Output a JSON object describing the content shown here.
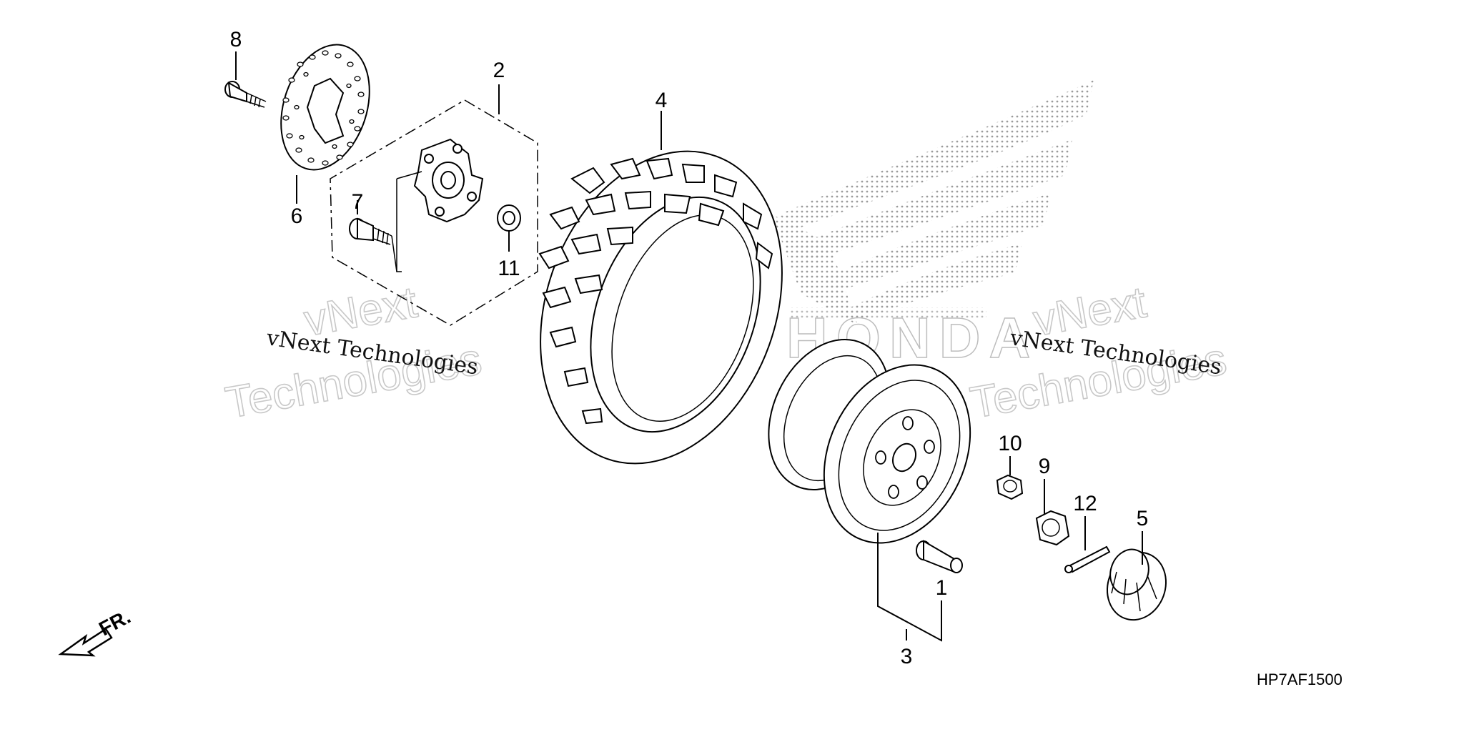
{
  "diagram": {
    "diagram_code": "HP7AF1500",
    "front_marker": "FR.",
    "watermark": {
      "small_text": "vNext Technologies",
      "big_line1": "vNext",
      "big_line2": "Technologies",
      "logo_text": "HONDA"
    },
    "callouts": [
      "1",
      "2",
      "3",
      "4",
      "5",
      "6",
      "7",
      "8",
      "9",
      "10",
      "11",
      "12"
    ],
    "colors": {
      "line": "#000000",
      "watermark_gray": "#c8c8c8",
      "background": "#ffffff"
    }
  }
}
